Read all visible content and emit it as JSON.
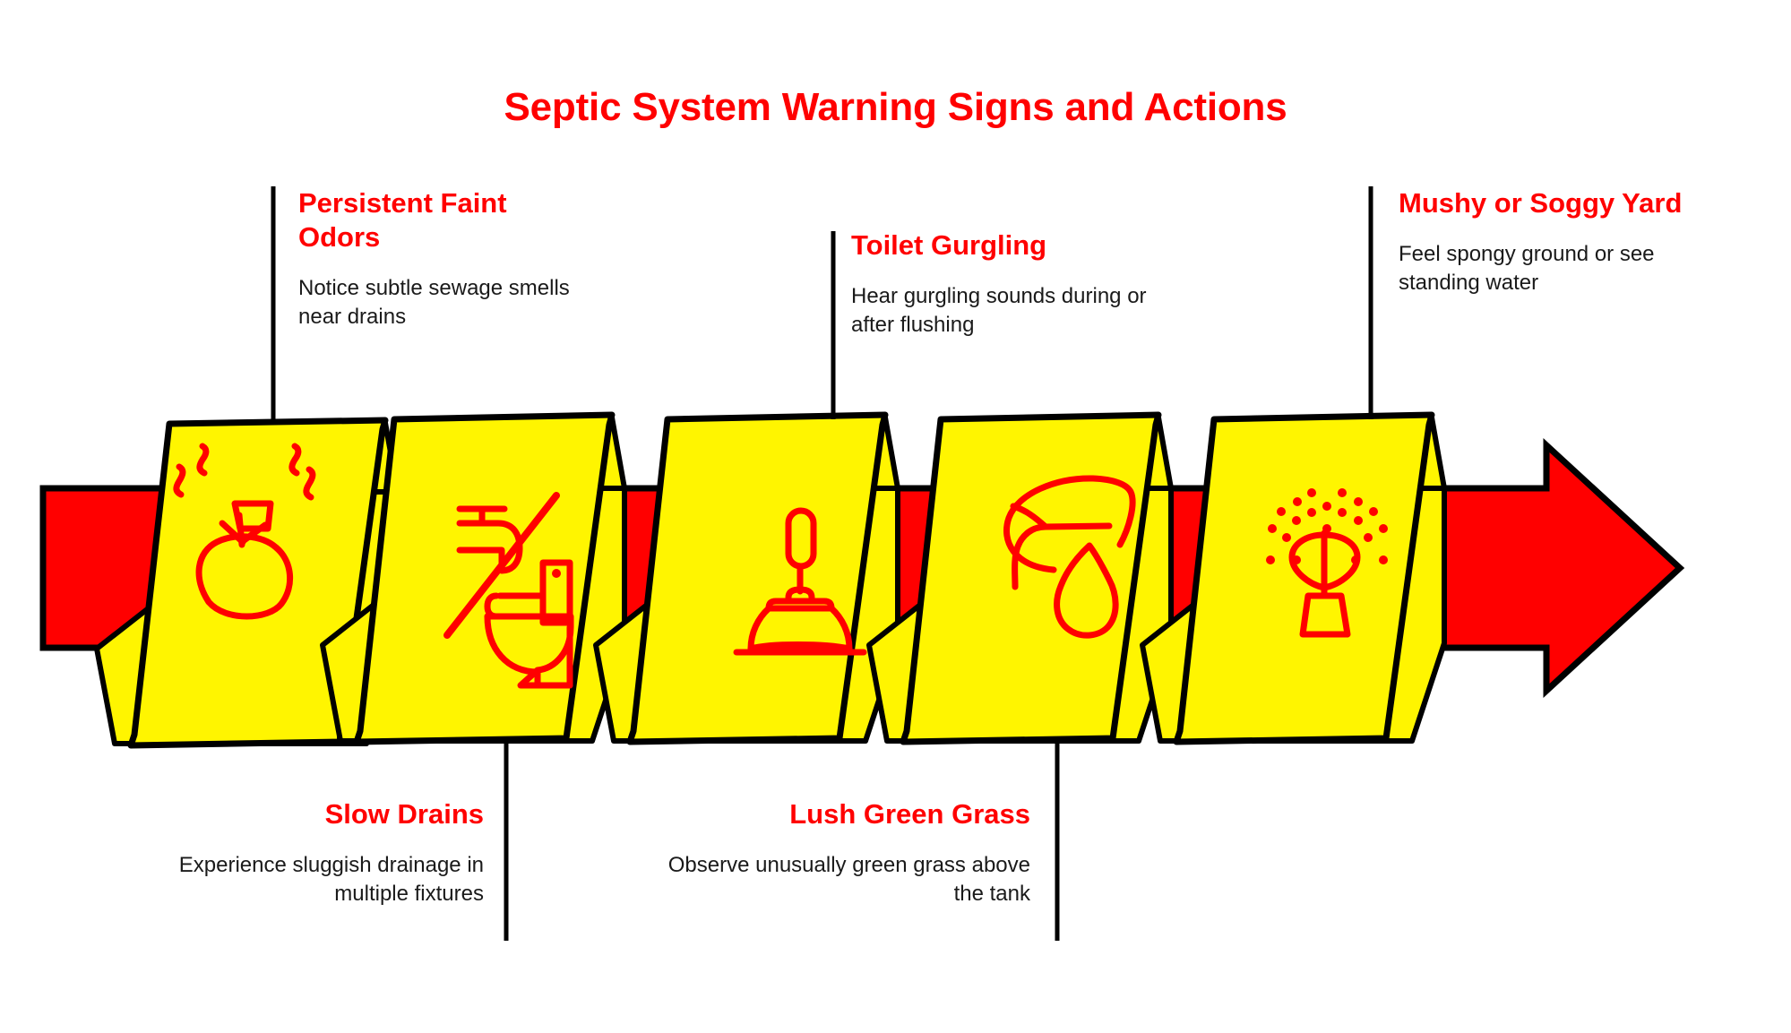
{
  "header": {
    "title": "Septic System Warning Signs and Actions"
  },
  "colors": {
    "accent_red": "#ff0000",
    "card_yellow": "#fff500",
    "outline_black": "#000000",
    "body_text": "#1a1a1a",
    "background": "#ffffff"
  },
  "steps": [
    {
      "id": "persistent-faint-odors",
      "title": "Persistent Faint Odors",
      "description": "Notice subtle sewage smells near drains",
      "icon": "smelly-garbage-bag-icon",
      "callout_position": "top",
      "align": "left"
    },
    {
      "id": "slow-drains",
      "title": "Slow Drains",
      "description": "Experience sluggish drainage in multiple fixtures",
      "icon": "faucet-toilet-blocked-icon",
      "callout_position": "bottom",
      "align": "right"
    },
    {
      "id": "toilet-gurgling",
      "title": "Toilet Gurgling",
      "description": "Hear gurgling sounds during or after flushing",
      "icon": "plunger-icon",
      "callout_position": "top",
      "align": "left"
    },
    {
      "id": "lush-green-grass",
      "title": "Lush Green Grass",
      "description": "Observe unusually green grass above the tank",
      "icon": "leaf-droplet-icon",
      "callout_position": "bottom",
      "align": "right"
    },
    {
      "id": "mushy-or-soggy-yard",
      "title": "Mushy or Soggy Yard",
      "description": "Feel spongy ground or see standing water",
      "icon": "sprinkler-spray-icon",
      "callout_position": "top",
      "align": "left"
    }
  ],
  "arrow": {
    "direction": "right",
    "label": "process-arrow"
  }
}
